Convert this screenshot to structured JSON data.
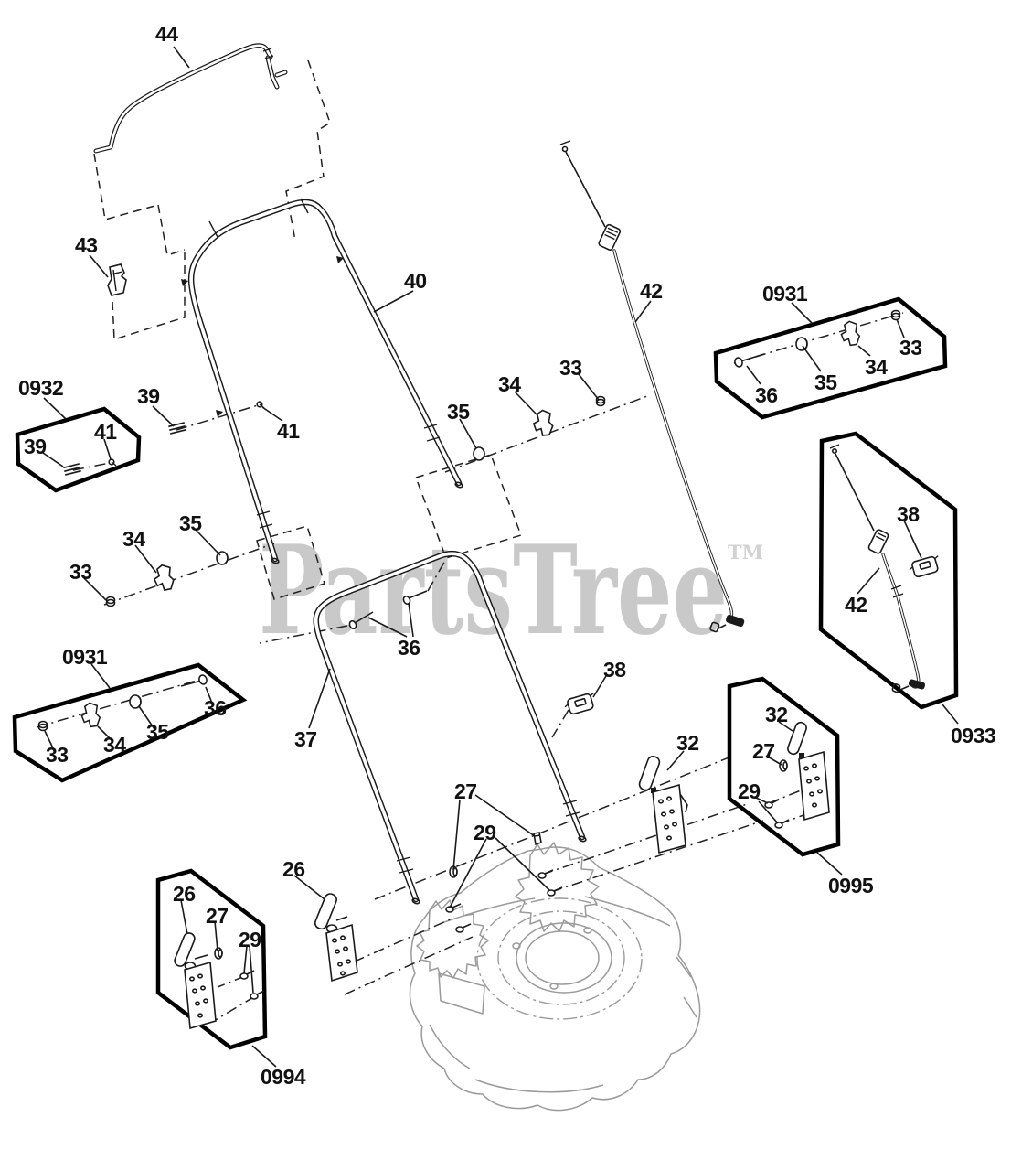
{
  "watermark": {
    "text": "PartsTree",
    "tm": "TM",
    "color": "#c9c9c9"
  },
  "colors": {
    "line": "#1a1a1a",
    "deck_line": "#9a9a9a",
    "watermark": "#c9c9c9",
    "background": "#ffffff"
  },
  "callouts": [
    {
      "text": "44"
    },
    {
      "text": "43"
    },
    {
      "text": "40"
    },
    {
      "text": "42"
    },
    {
      "text": "0931"
    },
    {
      "text": "33"
    },
    {
      "text": "34"
    },
    {
      "text": "35"
    },
    {
      "text": "36"
    },
    {
      "text": "0932"
    },
    {
      "text": "39"
    },
    {
      "text": "41"
    },
    {
      "text": "39"
    },
    {
      "text": "41"
    },
    {
      "text": "35"
    },
    {
      "text": "34"
    },
    {
      "text": "33"
    },
    {
      "text": "34"
    },
    {
      "text": "35"
    },
    {
      "text": "33"
    },
    {
      "text": "0931"
    },
    {
      "text": "36"
    },
    {
      "text": "35"
    },
    {
      "text": "34"
    },
    {
      "text": "33"
    },
    {
      "text": "37"
    },
    {
      "text": "36"
    },
    {
      "text": "38"
    },
    {
      "text": "32"
    },
    {
      "text": "38"
    },
    {
      "text": "42"
    },
    {
      "text": "0933"
    },
    {
      "text": "32"
    },
    {
      "text": "27"
    },
    {
      "text": "29"
    },
    {
      "text": "0995"
    },
    {
      "text": "27"
    },
    {
      "text": "29"
    },
    {
      "text": "26"
    },
    {
      "text": "26"
    },
    {
      "text": "27"
    },
    {
      "text": "29"
    },
    {
      "text": "0994"
    }
  ]
}
